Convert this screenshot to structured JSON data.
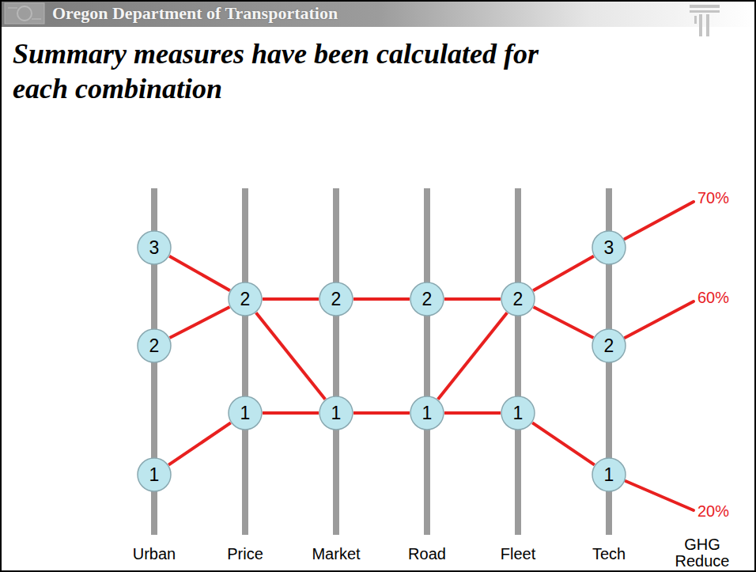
{
  "diagram": {
    "title": "Summary measures have been calculated for each combination",
    "nodes": [
      {
        "text": [
          "3"
        ]
      },
      {
        "text": [
          "2"
        ]
      },
      {
        "text": [
          "1"
        ]
      },
      {
        "text": [
          "2"
        ]
      },
      {
        "text": [
          "1"
        ]
      },
      {
        "text": [
          "2"
        ]
      },
      {
        "text": [
          "1"
        ]
      },
      {
        "text": [
          "2"
        ]
      },
      {
        "text": [
          "1"
        ]
      },
      {
        "text": [
          "2"
        ]
      },
      {
        "text": [
          "1"
        ]
      },
      {
        "text": [
          "3"
        ]
      },
      {
        "text": [
          "2"
        ]
      },
      {
        "text": [
          "1"
        ]
      }
    ],
    "edges": [
      {
        "from": 0,
        "to": 3,
        "arrow": "none"
      },
      {
        "from": 1,
        "to": 3,
        "arrow": "none"
      },
      {
        "from": 2,
        "to": 4,
        "arrow": "none"
      },
      {
        "from": 3,
        "to": 5,
        "arrow": "none"
      },
      {
        "from": 3,
        "to": 6,
        "arrow": "none"
      },
      {
        "from": 4,
        "to": 6,
        "arrow": "none"
      },
      {
        "from": 5,
        "to": 7,
        "arrow": "none"
      },
      {
        "from": 6,
        "to": 8,
        "arrow": "none"
      },
      {
        "from": 7,
        "to": 9,
        "arrow": "none"
      },
      {
        "from": 8,
        "to": 9,
        "arrow": "none"
      },
      {
        "from": 8,
        "to": 10,
        "arrow": "none"
      },
      {
        "from": 9,
        "to": 11,
        "arrow": "none"
      },
      {
        "from": 9,
        "to": 12,
        "arrow": "none"
      },
      {
        "from": 10,
        "to": 13,
        "arrow": "none"
      }
    ],
    "labels": [
      "Oregon Department of Transportation",
      "Urban",
      "Price",
      "Market",
      "Road",
      "Fleet",
      "Tech",
      "GHG Reduce",
      "70%",
      "60%",
      "20%"
    ]
  }
}
